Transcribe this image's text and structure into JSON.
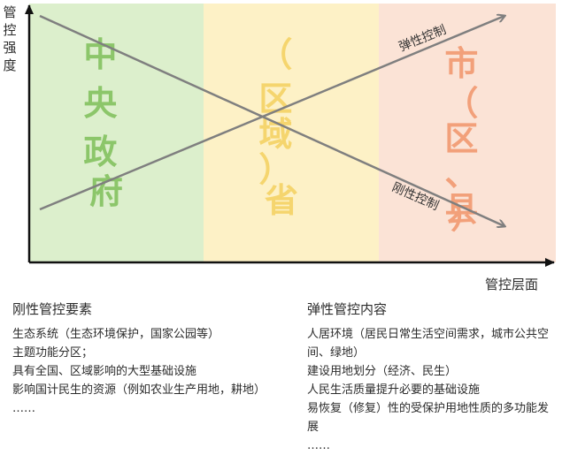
{
  "y_axis_label": "管控强度",
  "x_axis_label": "管控层面",
  "colors": {
    "zone_central": "#dcefcc",
    "zone_province": "#fdf1c6",
    "zone_city": "#fbe3d6",
    "text_central": "#8cc66a",
    "text_province": "#f5d56e",
    "text_city": "#f2a07a",
    "axis": "#111111",
    "line": "#7f7f7f"
  },
  "zones": [
    {
      "text": "中央政府",
      "color_key": "text_central"
    },
    {
      "text": "（区域）省",
      "color_key": "text_province"
    },
    {
      "text": "市（区、县）",
      "color_key": "text_city"
    }
  ],
  "line_labels": {
    "elastic": "弹性控制",
    "rigid": "刚性控制"
  },
  "rigid_elements": {
    "title": "刚性管控要素",
    "items": [
      "生态系统（生态环境保护，国家公园等）",
      "主题功能分区；",
      "具有全国、区域影响的大型基础设施",
      "影响国计民生的资源（例如农业生产用地，耕地）",
      "……"
    ]
  },
  "elastic_content": {
    "title": "弹性管控内容",
    "items": [
      "人居环境（居民日常生活空间需求，城市公共空间、绿地）",
      "建设用地划分（经济、民生）",
      "人民生活质量提升必要的基础设施",
      "易恢复（修复）性的受保护用地性质的多功能发展",
      "……"
    ]
  }
}
